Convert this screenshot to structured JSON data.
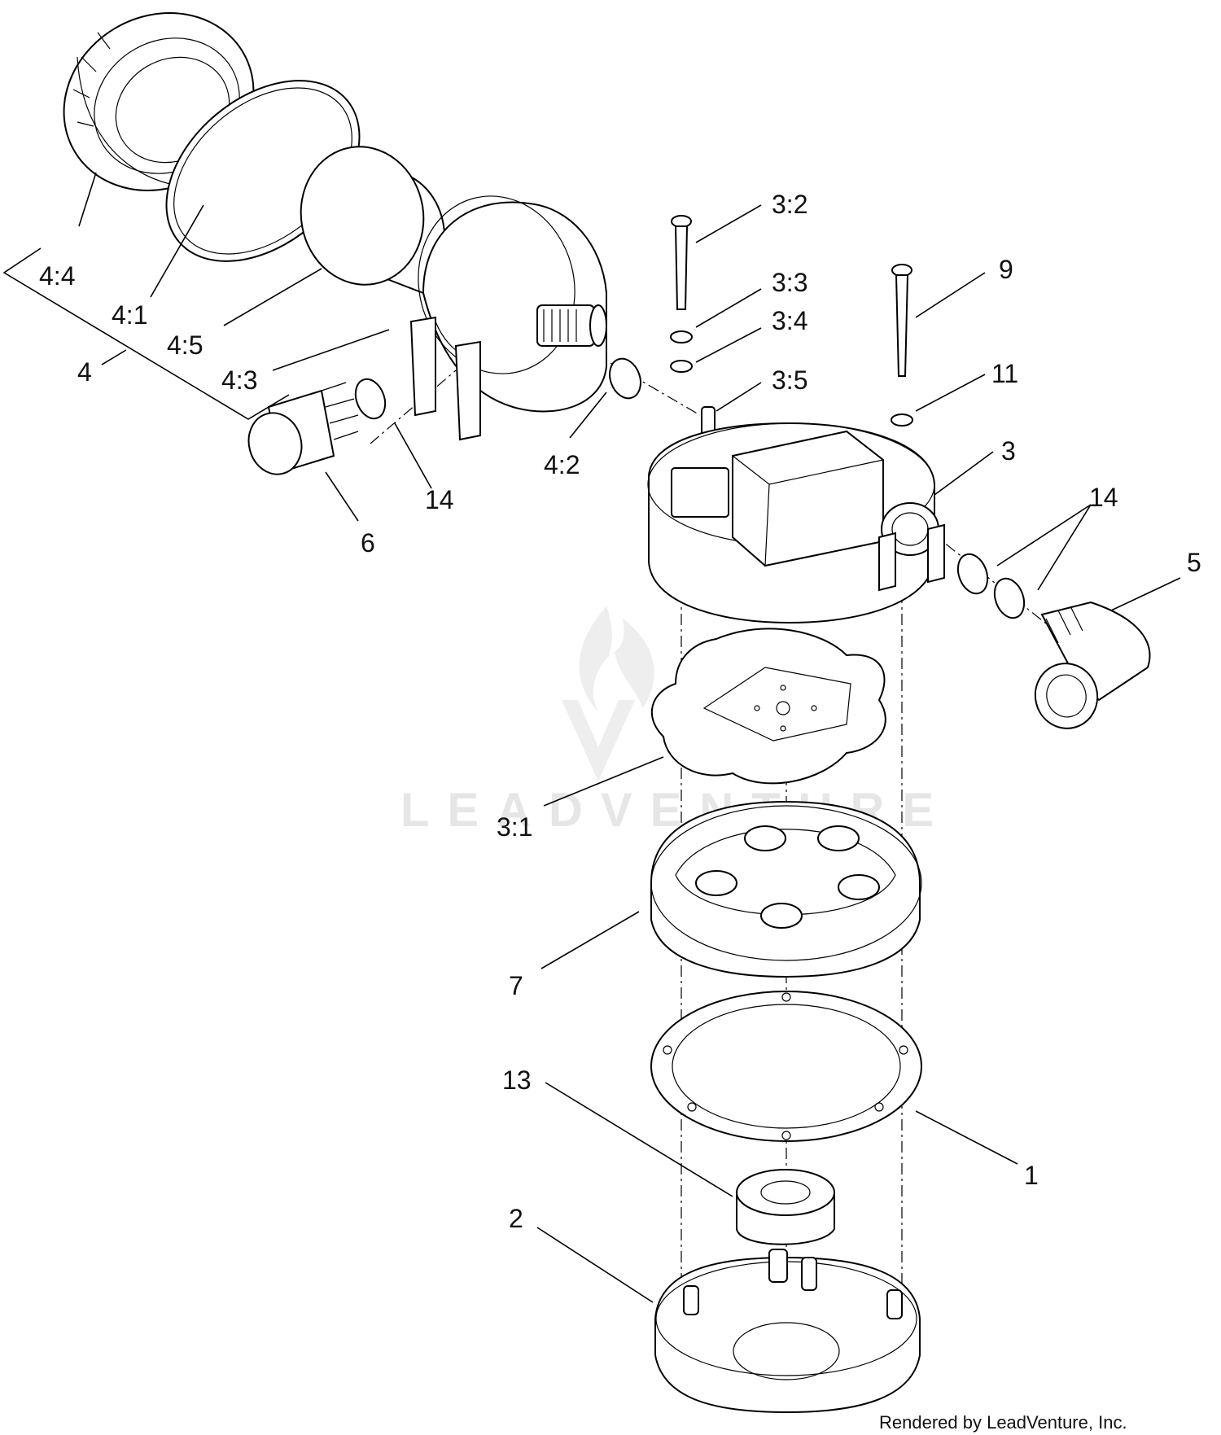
{
  "callouts": [
    {
      "id": "c-4-4",
      "text": "4:4"
    },
    {
      "id": "c-4-1",
      "text": "4:1"
    },
    {
      "id": "c-4-5",
      "text": "4:5"
    },
    {
      "id": "c-4",
      "text": "4"
    },
    {
      "id": "c-4-3",
      "text": "4:3"
    },
    {
      "id": "c-14a",
      "text": "14"
    },
    {
      "id": "c-6",
      "text": "6"
    },
    {
      "id": "c-4-2",
      "text": "4:2"
    },
    {
      "id": "c-3-2",
      "text": "3:2"
    },
    {
      "id": "c-3-3",
      "text": "3:3"
    },
    {
      "id": "c-3-4",
      "text": "3:4"
    },
    {
      "id": "c-3-5",
      "text": "3:5"
    },
    {
      "id": "c-9",
      "text": "9"
    },
    {
      "id": "c-11",
      "text": "11"
    },
    {
      "id": "c-3",
      "text": "3"
    },
    {
      "id": "c-14b",
      "text": "14"
    },
    {
      "id": "c-5",
      "text": "5"
    },
    {
      "id": "c-3-1",
      "text": "3:1"
    },
    {
      "id": "c-7",
      "text": "7"
    },
    {
      "id": "c-13",
      "text": "13"
    },
    {
      "id": "c-1",
      "text": "1"
    },
    {
      "id": "c-2",
      "text": "2"
    }
  ],
  "watermark": "LEADVENTURE",
  "credit": "Rendered by LeadVenture, Inc."
}
